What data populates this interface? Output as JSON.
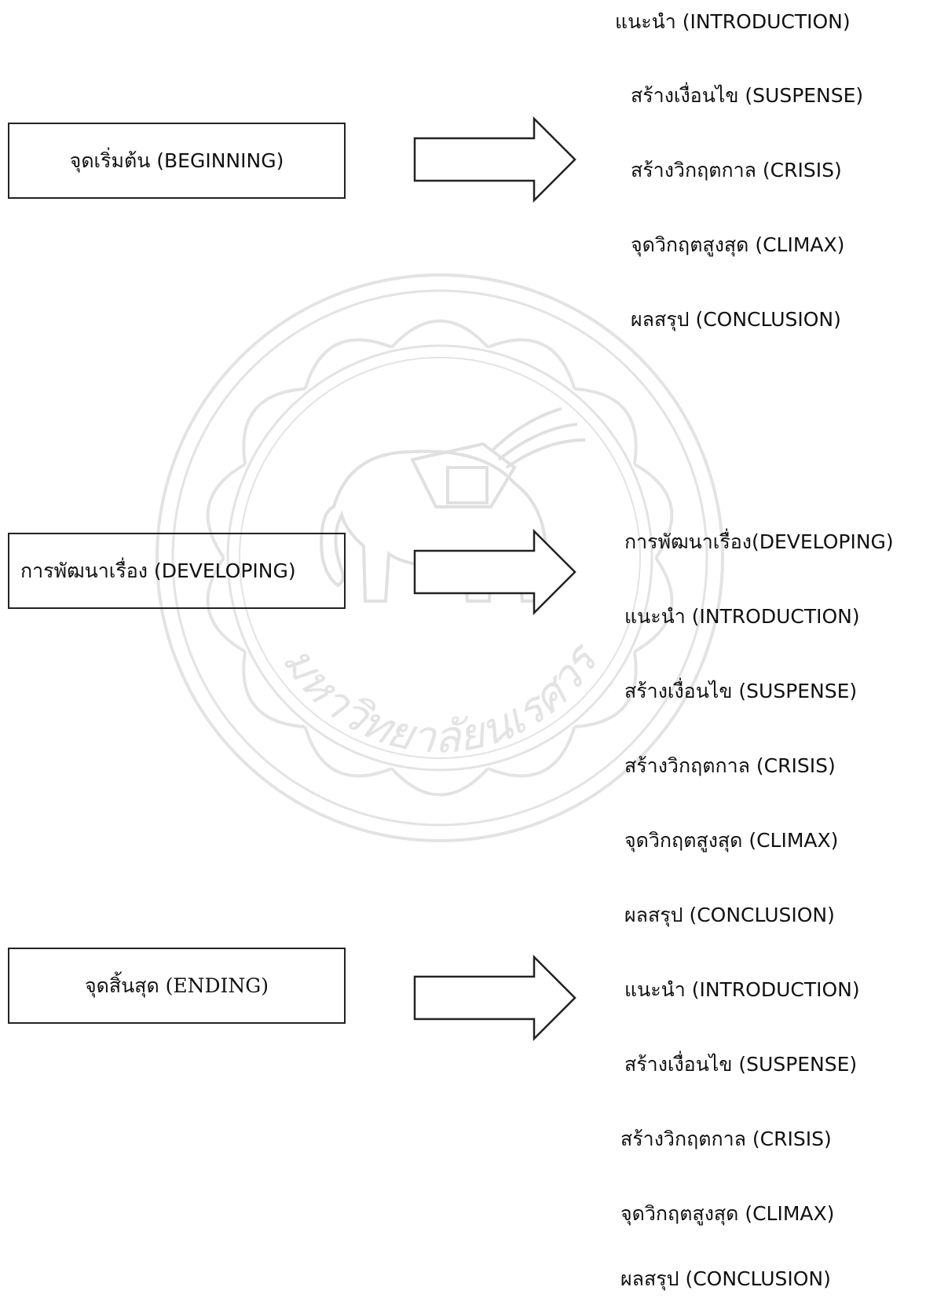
{
  "stages": [
    {
      "label": "จุดเริ่มต้น (BEGINNING)",
      "phases": [
        "แนะนำ (INTRODUCTION)",
        "สร้างเงื่อนไข (SUSPENSE)",
        "สร้างวิกฤตกาล (CRISIS)",
        "จุดวิกฤตสูงสุด (CLIMAX)",
        "ผลสรุป (CONCLUSION)"
      ]
    },
    {
      "label": "การพัฒนาเรื่อง (DEVELOPING)",
      "phases": [
        "การพัฒนาเรื่อง(DEVELOPING)",
        "แนะนำ (INTRODUCTION)",
        "สร้างเงื่อนไข (SUSPENSE)",
        "สร้างวิกฤตกาล (CRISIS)",
        "จุดวิกฤตสูงสุด (CLIMAX)",
        "ผลสรุป (CONCLUSION)"
      ]
    },
    {
      "label": "จุดสิ้นสุด (ENDING)",
      "phases": [
        "แนะนำ (INTRODUCTION)",
        "สร้างเงื่อนไข (SUSPENSE)",
        "สร้างวิกฤตกาล (CRISIS)",
        "จุดวิกฤตสูงสุด (CLIMAX)",
        "ผลสรุป (CONCLUSION)"
      ]
    }
  ],
  "watermark": {
    "text": "มหาวิทยาลัยนเรศวร",
    "color": "#9a9a9a"
  },
  "icons": [
    "right-arrow-icon",
    "elephant-seal-watermark"
  ]
}
